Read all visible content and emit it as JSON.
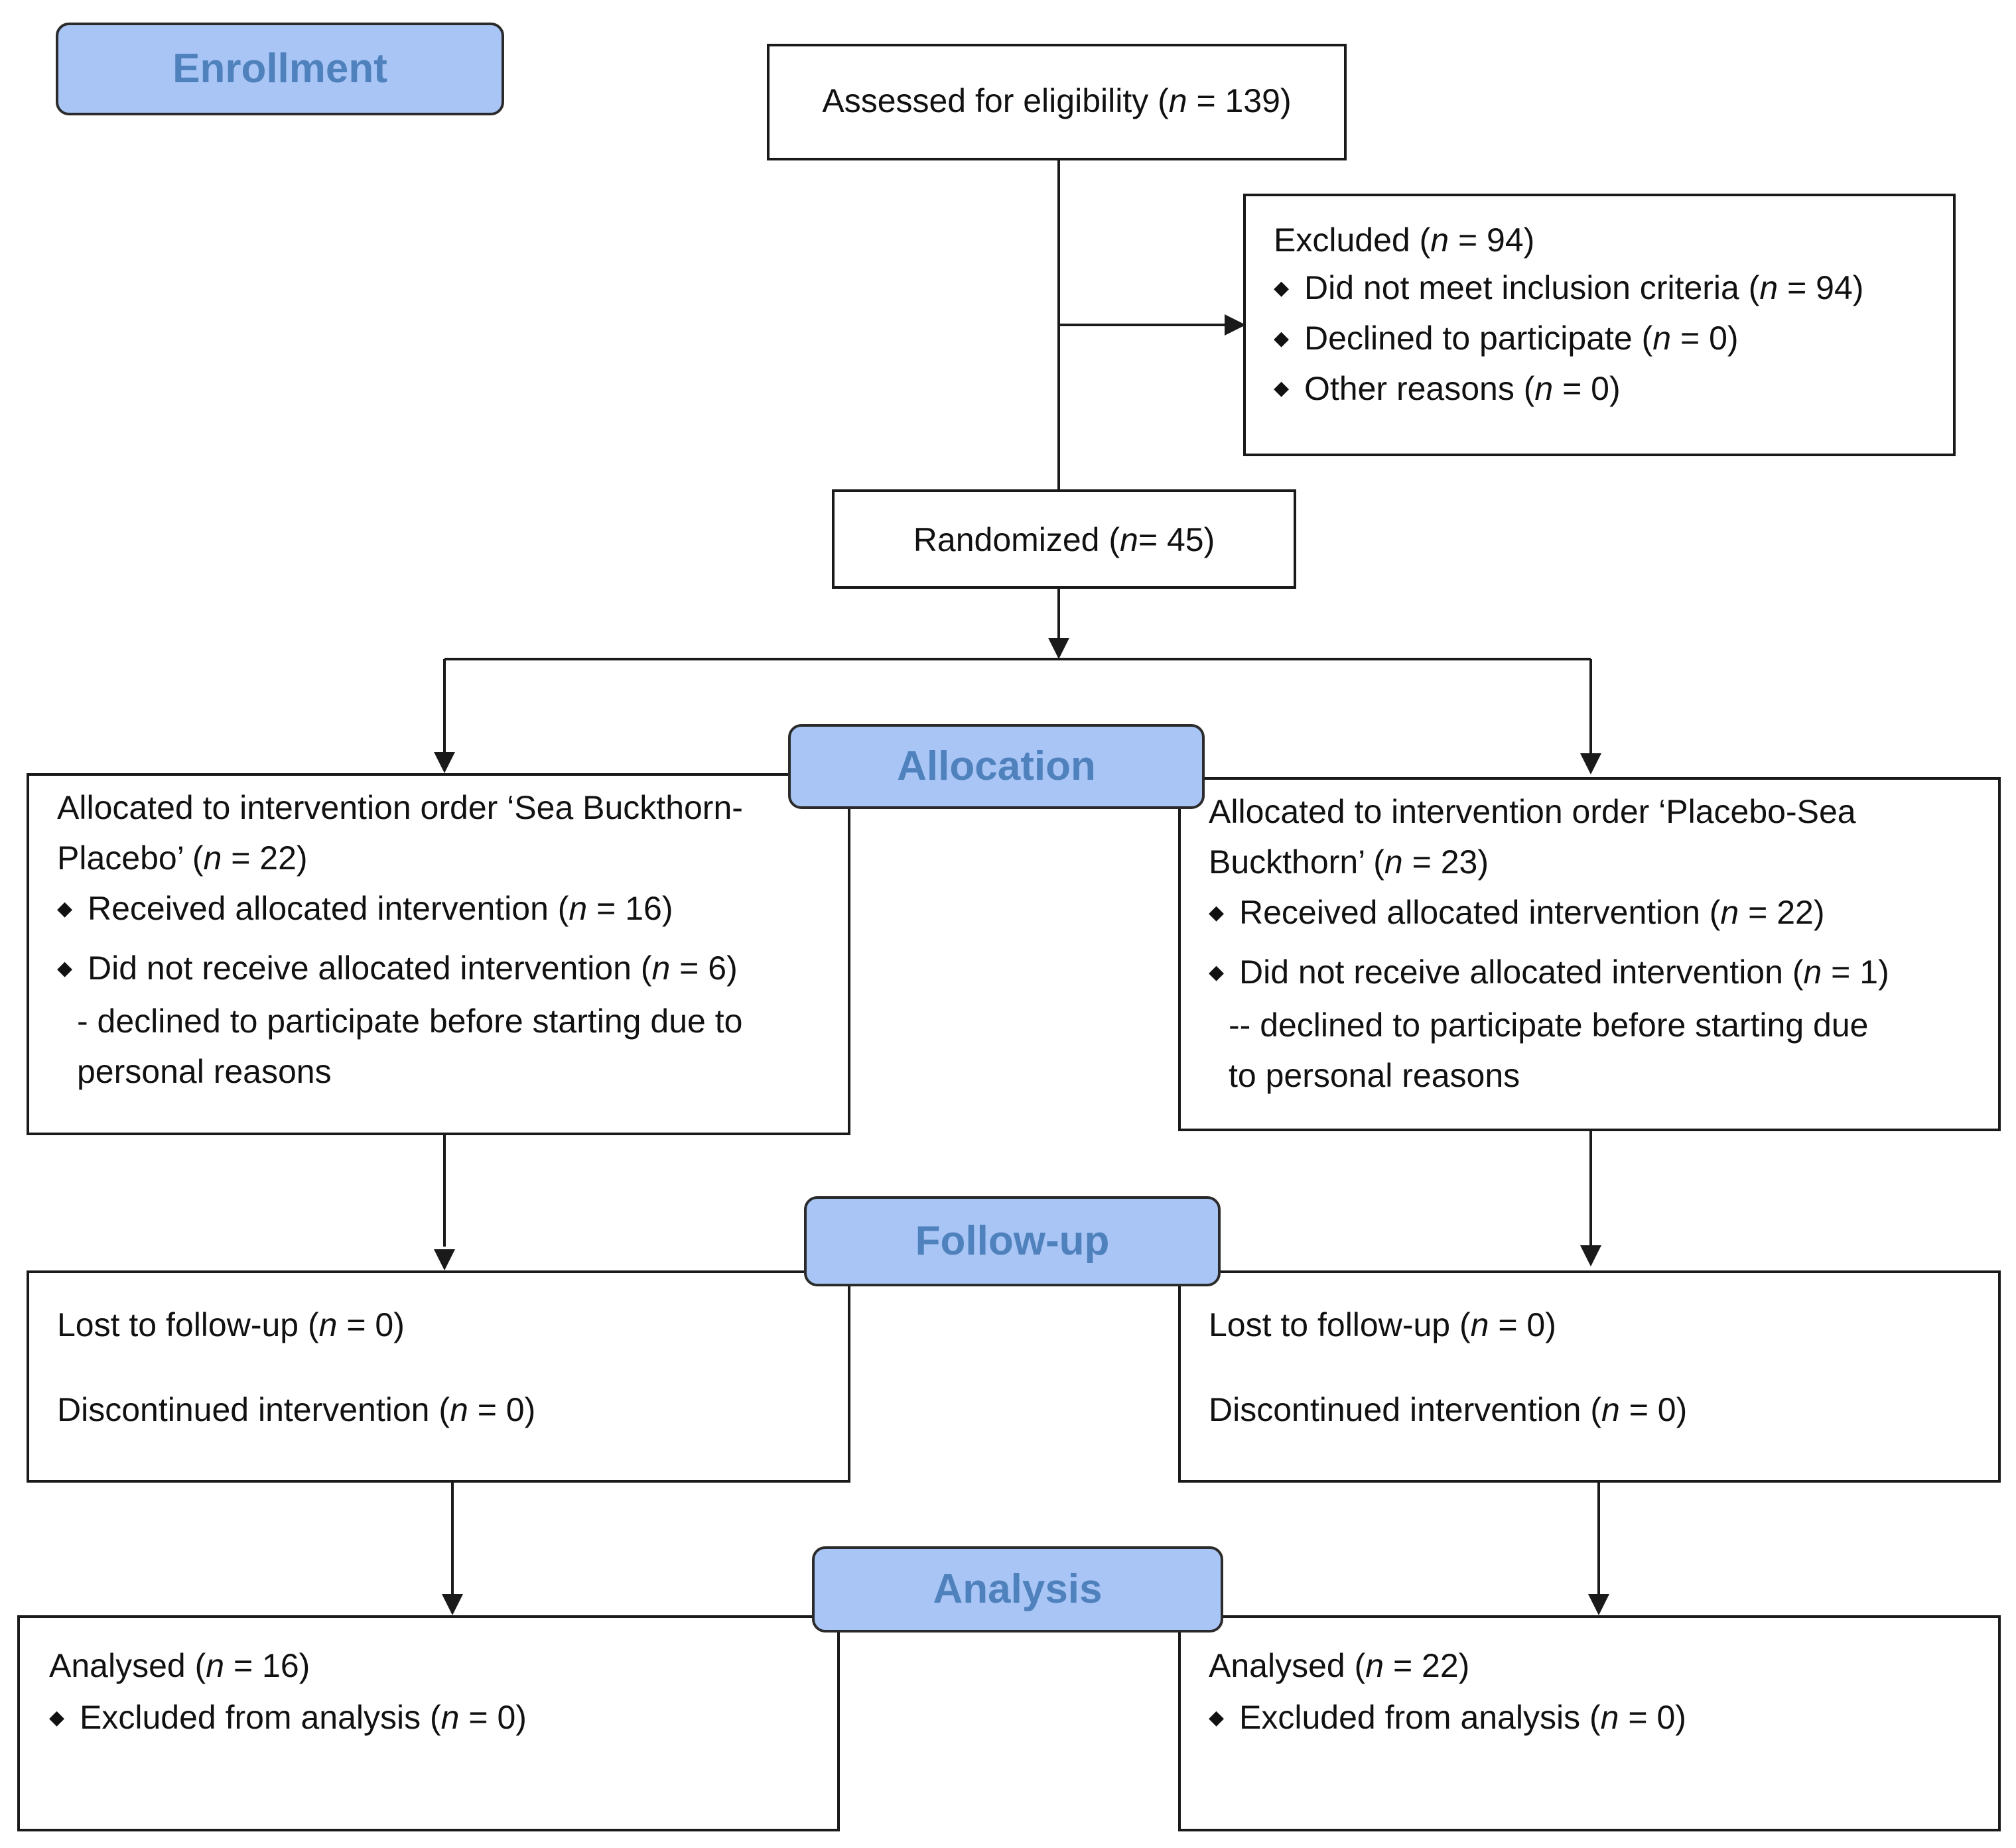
{
  "stages": {
    "enrollment": "Enrollment",
    "allocation": "Allocation",
    "follow_up": "Follow-up",
    "analysis": "Analysis"
  },
  "assessed": {
    "label": "Assessed for eligibility (",
    "n_symbol": "n",
    "rest": " = 139)"
  },
  "excluded": {
    "title": {
      "label": "Excluded (",
      "n_symbol": "n",
      "rest": " = 94)"
    },
    "items": [
      {
        "label": "Did not meet inclusion criteria (",
        "n_symbol": "n",
        "rest": " = 94)"
      },
      {
        "label": "Declined to participate (",
        "n_symbol": "n",
        "rest": " = 0)"
      },
      {
        "label": "Other reasons (",
        "n_symbol": "n",
        "rest": " = 0)"
      }
    ]
  },
  "randomized": {
    "label": "Randomized (",
    "n_symbol": "n",
    "rest": "= 45)"
  },
  "allocation_left": {
    "title_line1": "Allocated to intervention order ‘Sea Buckthorn-",
    "title_line2": {
      "label": "Placebo’ (",
      "n_symbol": "n",
      "rest": " = 22)"
    },
    "received": {
      "label": "Received allocated intervention (",
      "n_symbol": "n",
      "rest": " = 16)"
    },
    "not_received": {
      "label": "Did not receive allocated intervention  (",
      "n_symbol": "n",
      "rest": " = 6)"
    },
    "reason_line1": "- declined to participate before starting due to",
    "reason_line2": "personal reasons"
  },
  "allocation_right": {
    "title_line1": "Allocated to intervention order ‘Placebo-Sea",
    "title_line2": {
      "label": "Buckthorn’ (",
      "n_symbol": "n",
      "rest": " = 23)"
    },
    "received": {
      "label": "Received allocated intervention (",
      "n_symbol": "n",
      "rest": " = 22)"
    },
    "not_received": {
      "label": "Did not receive allocated intervention (",
      "n_symbol": "n",
      "rest": " = 1)"
    },
    "reason_line1": "-- declined to participate before starting due",
    "reason_line2": "to personal reasons"
  },
  "followup_left": {
    "lost": {
      "label": "Lost to follow-up (",
      "n_symbol": "n",
      "rest": " = 0)"
    },
    "discontinued": {
      "label": "Discontinued intervention (",
      "n_symbol": "n",
      "rest": " = 0)"
    }
  },
  "followup_right": {
    "lost": {
      "label": "Lost to follow-up (",
      "n_symbol": "n",
      "rest": " = 0)"
    },
    "discontinued": {
      "label": "Discontinued intervention (",
      "n_symbol": "n",
      "rest": " = 0)"
    }
  },
  "analysis_left": {
    "analysed": {
      "label": "Analysed (",
      "n_symbol": "n",
      "rest": " = 16)"
    },
    "excluded": {
      "label": "Excluded from analysis (",
      "n_symbol": "n",
      "rest": " = 0)"
    }
  },
  "analysis_right": {
    "analysed": {
      "label": "Analysed (",
      "n_symbol": "n",
      "rest": " = 22)"
    },
    "excluded": {
      "label": "Excluded from analysis (",
      "n_symbol": "n",
      "rest": " = 0)"
    }
  },
  "bullet_glyph": "◆",
  "colors": {
    "stage_fill": "#a8c5f5",
    "stage_text": "#4f81bd",
    "line": "#1a1a1a"
  }
}
